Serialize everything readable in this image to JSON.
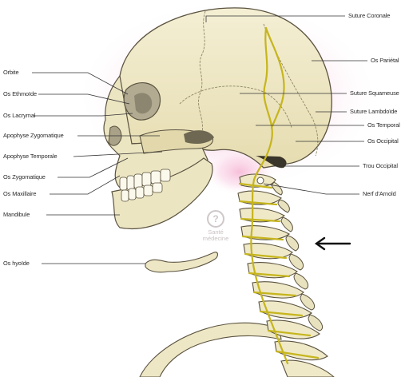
{
  "labels": {
    "left": {
      "orbite": "Orbite",
      "os_ethmoide": "Os Ethmoïde",
      "os_lacrymal": "Os Lacrymal",
      "apophyse_zygomatique": "Apophyse Zygomatique",
      "apophyse_temporale": "Apophyse Temporale",
      "os_zygomatique": "Os Zygomatique",
      "os_maxillaire": "Os Maxillaire",
      "mandibule": "Mandibule",
      "os_hyoide": "Os hyoïde"
    },
    "right": {
      "suture_coronale": "Suture Coronale",
      "os_parietal": "Os Pariétal",
      "suture_squameuse": "Suture Squameuse",
      "suture_lambdoide": "Suture Lambdoïde",
      "os_temporal": "Os Temporal",
      "os_occipital": "Os Occipital",
      "trou_occipital": "Trou Occipital",
      "nerf_arnold": "Nerf d'Arnold"
    }
  },
  "watermark": {
    "line1": "Santé",
    "line2": "médecine"
  },
  "colors": {
    "bone": "#efe9c8",
    "bone_shadow": "#d8cf9f",
    "outline": "#5b5340",
    "nerve": "#c6b51c",
    "glow": "#f7c6de",
    "label_line": "#333333"
  },
  "icons": {
    "watermark_logo": "question-mark-circle-icon",
    "pointer": "left-arrow-icon"
  }
}
